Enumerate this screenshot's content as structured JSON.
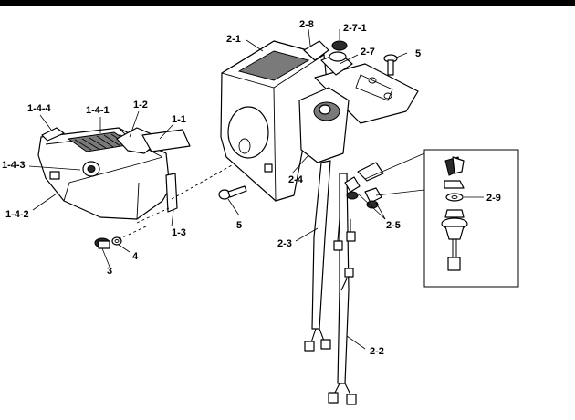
{
  "labels": {
    "p1_4_4": "1-4-4",
    "p1_4_1": "1-4-1",
    "p1_2": "1-2",
    "p1_1": "1-1",
    "p1_4_3": "1-4-3",
    "p1_4_2": "1-4-2",
    "p1_3": "1-3",
    "p3": "3",
    "p4": "4",
    "p5_left": "5",
    "p5_right": "5",
    "p2_1": "2-1",
    "p2_8": "2-8",
    "p2_7_1": "2-7-1",
    "p2_7": "2-7",
    "p2_4": "2-4",
    "p2_3": "2-3",
    "p2_5": "2-5",
    "p2_9": "2-9",
    "p2_2": "2-2"
  }
}
